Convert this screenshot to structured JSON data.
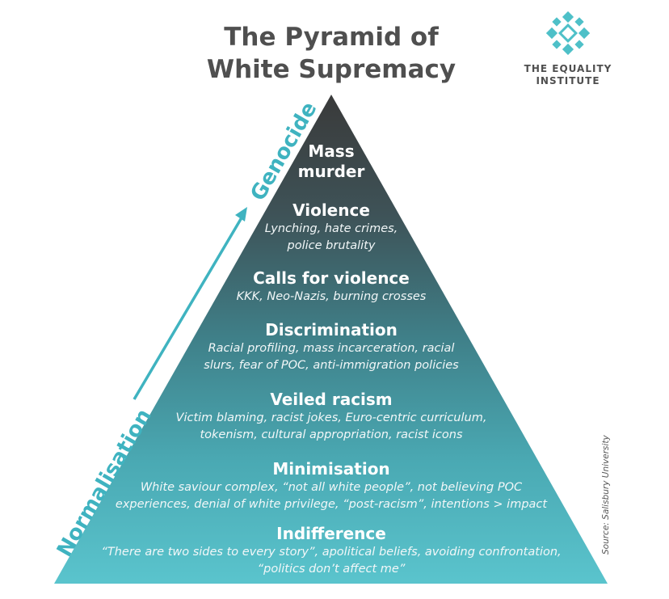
{
  "title": {
    "line1": "The Pyramid of",
    "line2": "White Supremacy"
  },
  "logo": {
    "line1": "THE EQUALITY",
    "line2": "INSTITUTE"
  },
  "axis": {
    "low": "Normalisation",
    "high": "Genocide"
  },
  "source": "Source: Salisbury University",
  "colors": {
    "top": "#3a3a3a",
    "bottom": "#56c3cc",
    "accent": "#3fb3c0"
  },
  "tiers": [
    {
      "title1": "Mass",
      "title2": "murder"
    },
    {
      "title": "Violence",
      "desc1": "Lynching, hate crimes,",
      "desc2": "police brutality"
    },
    {
      "title": "Calls for violence",
      "desc1": "KKK, Neo-Nazis, burning crosses"
    },
    {
      "title": "Discrimination",
      "desc1": "Racial profiling, mass incarceration, racial",
      "desc2": "slurs, fear of POC, anti-immigration policies"
    },
    {
      "title": "Veiled racism",
      "desc1": "Victim blaming, racist jokes, Euro-centric curriculum,",
      "desc2": "tokenism, cultural appropriation, racist icons"
    },
    {
      "title": "Minimisation",
      "desc1": "White saviour complex, “not all white people”, not believing POC",
      "desc2": "experiences, denial of white privilege, “post-racism”, intentions > impact"
    },
    {
      "title": "Indifference",
      "desc1": "“There are two sides to every story”, apolitical beliefs, avoiding confrontation,",
      "desc2": "“politics don’t affect me”"
    }
  ]
}
